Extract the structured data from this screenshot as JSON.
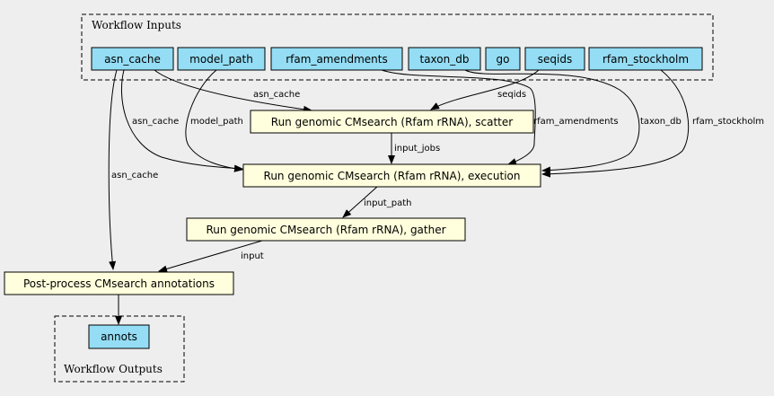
{
  "clusters": {
    "inputs_label": "Workflow Inputs",
    "outputs_label": "Workflow Outputs"
  },
  "inputs": {
    "asn_cache": "asn_cache",
    "model_path": "model_path",
    "rfam_amendments": "rfam_amendments",
    "taxon_db": "taxon_db",
    "go": "go",
    "seqids": "seqids",
    "rfam_stockholm": "rfam_stockholm"
  },
  "steps": {
    "scatter": "Run genomic CMsearch (Rfam rRNA), scatter",
    "execution": "Run genomic CMsearch (Rfam rRNA), execution",
    "gather": "Run genomic CMsearch (Rfam rRNA), gather",
    "postprocess": "Post-process CMsearch annotations"
  },
  "outputs": {
    "annots": "annots"
  },
  "edge_labels": {
    "asn_cache_to_scatter": "asn_cache",
    "asn_cache_to_execution": "asn_cache",
    "asn_cache_to_postprocess": "asn_cache",
    "model_path_to_execution": "model_path",
    "seqids_to_scatter": "seqids",
    "rfam_amendments_to_execution": "rfam_amendments",
    "taxon_db_to_execution": "taxon_db",
    "rfam_stockholm_to_execution": "rfam_stockholm",
    "scatter_to_execution": "input_jobs",
    "execution_to_gather": "input_path",
    "gather_to_postprocess": "input"
  },
  "colors": {
    "background": "#eeeeee",
    "input_fill": "#94ddf4",
    "step_fill": "#ffffdd"
  }
}
